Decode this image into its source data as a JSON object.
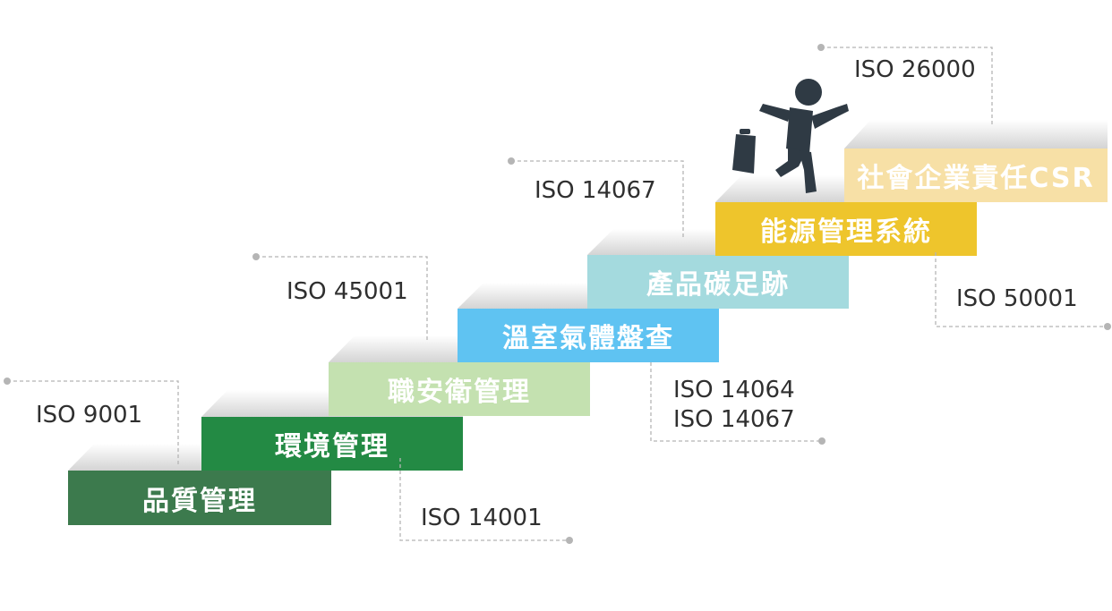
{
  "steps": [
    {
      "label": "品質管理",
      "color": "#3c7a4d"
    },
    {
      "label": "環境管理",
      "color": "#238a44"
    },
    {
      "label": "職安衛管理",
      "color": "#c4e1b0"
    },
    {
      "label": "溫室氣體盤查",
      "color": "#5fc3f2"
    },
    {
      "label": "產品碳足跡",
      "color": "#a4dade"
    },
    {
      "label": "能源管理系統",
      "color": "#eec52c"
    },
    {
      "label": "社會企業責任CSR",
      "color": "#f7e0a6"
    }
  ],
  "standards": {
    "iso_9001": "ISO 9001",
    "iso_14001": "ISO 14001",
    "iso_45001": "ISO 45001",
    "iso_14064": "ISO 14064",
    "iso_14067_low": "ISO 14067",
    "iso_14067_top": "ISO 14067",
    "iso_50001": "ISO 50001",
    "iso_26000": "ISO 26000"
  },
  "icons": {
    "climber": "running-businessman-icon"
  },
  "colors": {
    "connector": "#b5b5b5",
    "figure": "#2f3a44"
  }
}
